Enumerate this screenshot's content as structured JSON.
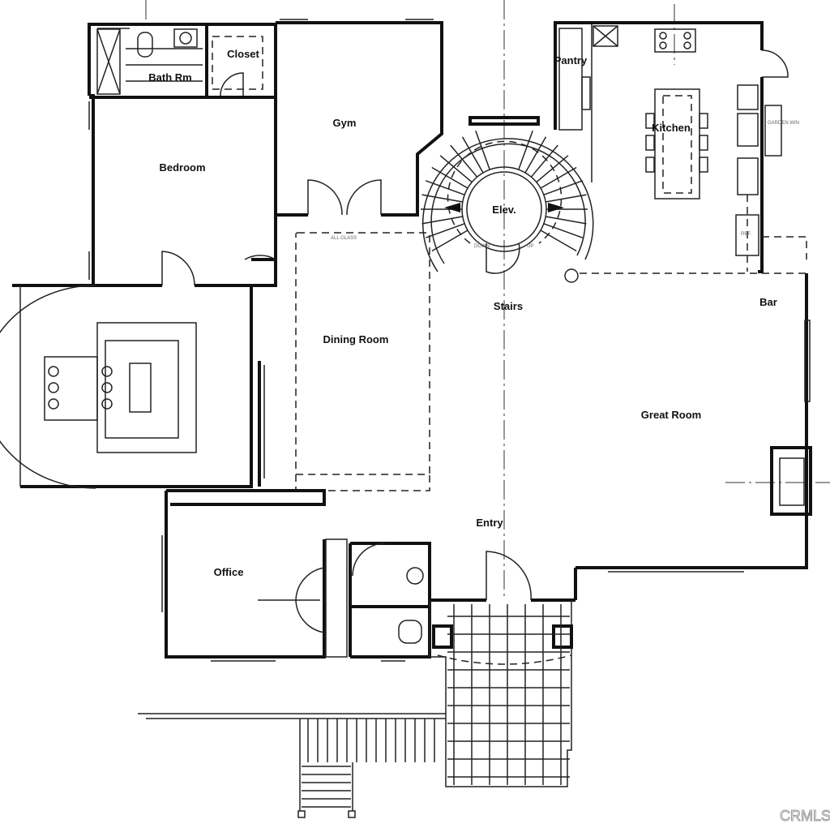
{
  "rooms": {
    "bath": "Bath Rm",
    "closet": "Closet",
    "gym": "Gym",
    "bedroom": "Bedroom",
    "pantry": "Pantry",
    "kitchen": "Kitchen",
    "elevator": "Elev.",
    "stairs": "Stairs",
    "bar": "Bar",
    "great_room": "Great Room",
    "dining_room": "Dining Room",
    "entry": "Entry",
    "office": "Office"
  },
  "notes": {
    "all_glass": "ALL GLASS",
    "garden_win": "GARDEN WIN",
    "ref": "REF.",
    "down": "DOWN",
    "up": "UP"
  },
  "watermark": "CRMLS"
}
